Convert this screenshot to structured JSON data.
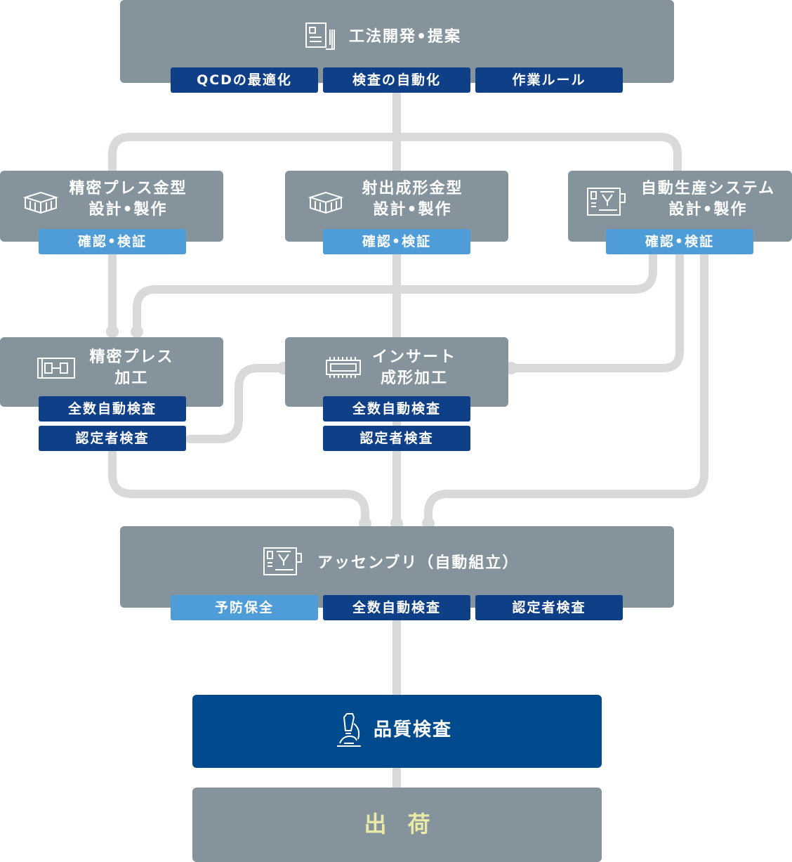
{
  "colors": {
    "box_gray": "#85939d",
    "box_dark": "#004a8d",
    "badge_navy": "#0f3f87",
    "badge_light": "#4f9dd8",
    "connector": "#d7d9db",
    "ship_text": "#e8eaa6"
  },
  "method_dev": {
    "icon": "document-ruler-icon",
    "title": "工法開発•提案",
    "badges": [
      "QCDの最適化",
      "検査の自動化",
      "作業ルール"
    ]
  },
  "design": [
    {
      "icon": "mold-block-icon",
      "title_line1": "精密プレス金型",
      "title_line2": "設計•製作",
      "badge": "確認•検証"
    },
    {
      "icon": "mold-block-icon",
      "title_line1": "射出成形金型",
      "title_line2": "設計•製作",
      "badge": "確認•検証"
    },
    {
      "icon": "machine-icon",
      "title_line1": "自動生産システム",
      "title_line2": "設計•製作",
      "badge": "確認•検証"
    }
  ],
  "processing": [
    {
      "icon": "pressed-part-icon",
      "title_line1": "精密プレス",
      "title_line2": "加工",
      "badges": [
        "全数自動検査",
        "認定者検査"
      ]
    },
    {
      "icon": "chip-icon",
      "title_line1": "インサート",
      "title_line2": "成形加工",
      "badges": [
        "全数自動検査",
        "認定者検査"
      ]
    }
  ],
  "assembly": {
    "icon": "machine-icon",
    "title": "アッセンブリ（自動組立）",
    "badges": [
      "予防保全",
      "全数自動検査",
      "認定者検査"
    ]
  },
  "quality": {
    "icon": "microscope-icon",
    "title": "品質検査"
  },
  "shipping": {
    "title": "出荷"
  }
}
